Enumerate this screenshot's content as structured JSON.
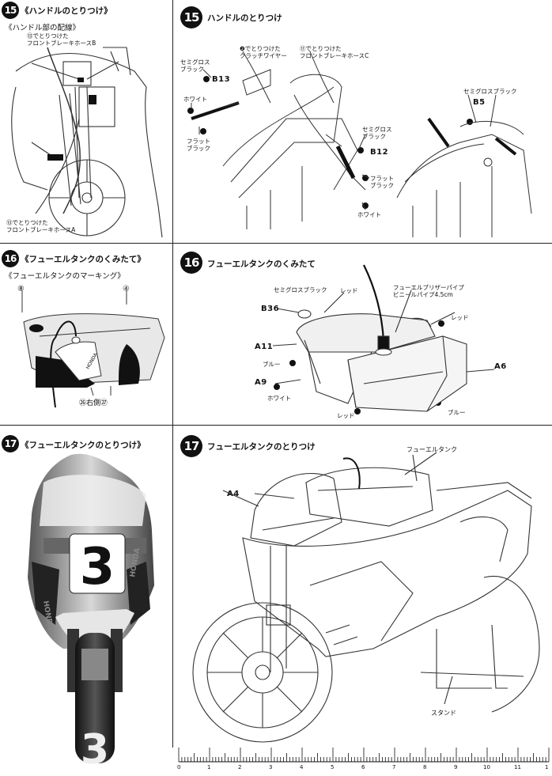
{
  "left_column": {
    "step15": {
      "num": "15",
      "title": "《ハンドルのとりつけ》",
      "subtitle": "《ハンドル部の配線》",
      "label_b": "⑬でとりつけた\nフロントブレーキホースB",
      "label_a": "⑬でとりつけた\nフロントブレーキホースA"
    },
    "step16": {
      "num": "16",
      "title": "《フューエルタンクのくみたて》",
      "subtitle": "《フューエルタンクのマーキング》",
      "decal_8": "⑧",
      "decal_4": "④",
      "decal_26_27": "㉖右側㉗",
      "tank_brand": "HONDA"
    },
    "step17": {
      "num": "17",
      "title": "《フューエルタンクのとりつけ》",
      "race_number": "3",
      "brand": "HONDA"
    }
  },
  "right_column": {
    "step15": {
      "num": "15",
      "title": "ハンドルのとりつけ",
      "labels": {
        "clutch_wire": "❷でとりつけた\nクラッチワイヤー",
        "brake_hose_c": "⑪でとりつけた\nフロントブレーキホースC",
        "semigloss_black_1": "セミグロス\nブラック",
        "white_1": "ホワイト",
        "flat_black_1": "フラット\nブラック",
        "semigloss_black_2": "セミグロス\nブラック",
        "flat_black_2": "フラット\nブラック",
        "white_2": "ホワイト",
        "semigloss_black_3": "セミグロスブラック"
      },
      "parts": {
        "b13": "B13",
        "b12": "B12",
        "b5": "B5"
      }
    },
    "step16": {
      "num": "16",
      "title": "フューエルタンクのくみたて",
      "labels": {
        "semigloss_black": "セミグロスブラック",
        "red_1": "レッド",
        "breather": "フューエルブリザーパイプ\nビニールパイプ4.5cm",
        "red_2": "レッド",
        "blue_1": "ブルー",
        "white": "ホワイト",
        "red_3": "レッド",
        "blue_2": "ブルー"
      },
      "parts": {
        "b36": "B36",
        "a11": "A11",
        "a9": "A9",
        "a6": "A6"
      }
    },
    "step17": {
      "num": "17",
      "title": "フューエルタンクのとりつけ",
      "labels": {
        "fuel_tank": "フューエルタンク",
        "stand": "スタンド"
      },
      "parts": {
        "a4": "A4"
      }
    }
  },
  "ruler": {
    "ticks": [
      "0",
      "1",
      "2",
      "3",
      "4",
      "5",
      "6",
      "7",
      "8",
      "9",
      "10",
      "11",
      "1"
    ]
  }
}
